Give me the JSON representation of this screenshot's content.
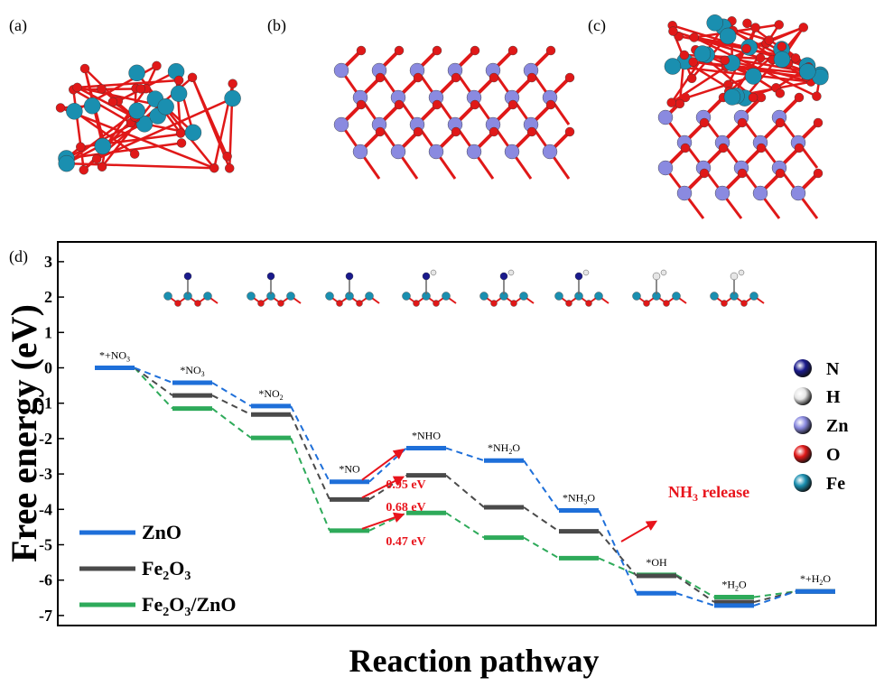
{
  "panels": {
    "a": "(a)",
    "b": "(b)",
    "c": "(c)",
    "d": "(d)"
  },
  "colors": {
    "ZnO": "#1e6fd9",
    "Fe2O3": "#4a4a4a",
    "Fe2O3_ZnO": "#2eaa5a",
    "barrier": "#e8141c",
    "atom_N": "#1a1a8c",
    "atom_H": "#e6e6e6",
    "atom_Zn": "#8a8ae0",
    "atom_O": "#e01818",
    "atom_Fe": "#1a8fb0"
  },
  "chart_data": {
    "type": "line",
    "ylabel": "Free energy (eV)",
    "xlabel": "Reaction pathway",
    "ylim": [
      -7.5,
      3.2
    ],
    "yticks": [
      3,
      2,
      1,
      0,
      -1,
      -2,
      -3,
      -4,
      -5,
      -6,
      -7
    ],
    "legend_position": "bottom-left",
    "steps": [
      "*+NO3",
      "*NO3",
      "*NO2",
      "*NO",
      "*NHO",
      "*NH2O",
      "*NH3O",
      "*OH",
      "*H2O",
      "*+H2O"
    ],
    "step_labels": [
      {
        "main": "*+NO",
        "sub": "3"
      },
      {
        "main": "*NO",
        "sub": "3"
      },
      {
        "main": "*NO",
        "sub": "2"
      },
      {
        "main": "*NO",
        "sub": ""
      },
      {
        "main": "*NHO",
        "sub": ""
      },
      {
        "main": "*NH",
        "sub": "2",
        "tail": "O"
      },
      {
        "main": "*NH",
        "sub": "3",
        "tail": "O"
      },
      {
        "main": "*OH",
        "sub": ""
      },
      {
        "main": "*H",
        "sub": "2",
        "tail": "O"
      },
      {
        "main": "*+H",
        "sub": "2",
        "tail": "O"
      }
    ],
    "series": [
      {
        "name": "ZnO",
        "legend_main": "ZnO",
        "legend_sub": "",
        "legend_tail": "",
        "values": [
          0,
          -0.42,
          -1.08,
          -3.22,
          -2.27,
          -2.62,
          -4.03,
          -6.37,
          -6.72,
          -6.32
        ]
      },
      {
        "name": "Fe2O3",
        "legend_main": "Fe",
        "legend_sub": "2",
        "legend_tail": "O",
        "legend_sub2": "3",
        "values": [
          0,
          -0.78,
          -1.32,
          -3.72,
          -3.04,
          -3.94,
          -4.62,
          -5.88,
          -6.62,
          -6.32
        ]
      },
      {
        "name": "Fe2O3/ZnO",
        "legend_main": "Fe",
        "legend_sub": "2",
        "legend_tail": "O",
        "legend_sub2": "3",
        "legend_tail2": "/ZnO",
        "values": [
          0,
          -1.15,
          -1.98,
          -4.6,
          -4.1,
          -4.8,
          -5.38,
          -5.85,
          -6.48,
          -6.32
        ]
      }
    ],
    "barriers": [
      {
        "label": "0.95 eV",
        "from": -3.22,
        "to": -2.27
      },
      {
        "label": "0.68 eV",
        "from": -3.72,
        "to": -3.04
      },
      {
        "label": "0.47 eV",
        "from": -4.6,
        "to": -4.1
      }
    ],
    "annotation": {
      "main": "NH",
      "sub": "3",
      "tail": " release"
    }
  },
  "element_legend": [
    {
      "symbol": "N",
      "color": "#1a1a8c"
    },
    {
      "symbol": "H",
      "color": "#e6e6e6"
    },
    {
      "symbol": "Zn",
      "color": "#8a8ae0"
    },
    {
      "symbol": "O",
      "color": "#e01818"
    },
    {
      "symbol": "Fe",
      "color": "#1a8fb0"
    }
  ]
}
